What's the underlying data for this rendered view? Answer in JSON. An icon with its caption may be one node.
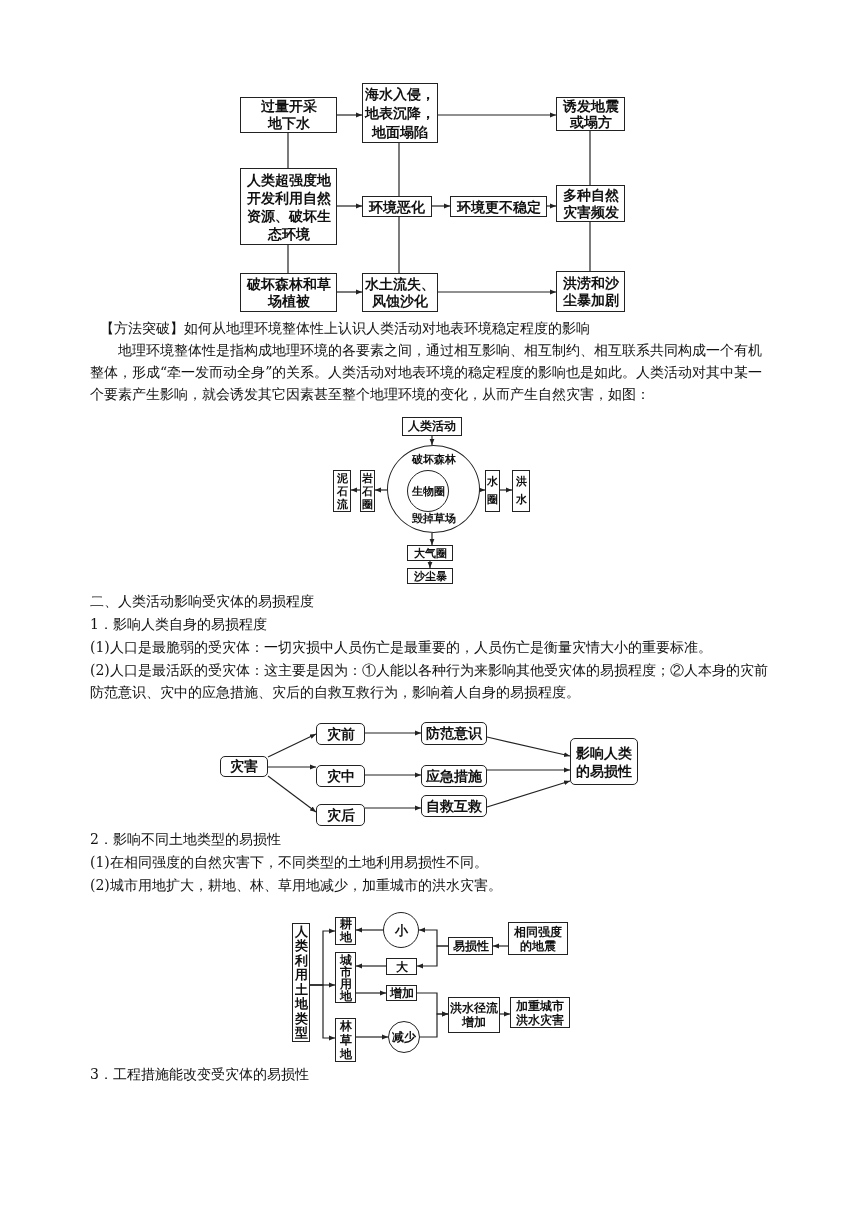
{
  "diagram": {
    "nodes": [
      {
        "text": [
          "过量开采地下水"
        ]
      },
      {
        "text": [
          "海水入侵，地表沉降，地面塌陷"
        ]
      },
      {
        "text": [
          "诱发地震或塌方"
        ]
      },
      {
        "text": [
          "人类超强度地开发利用自然资源、破坏生态环境"
        ]
      },
      {
        "text": [
          "环境恶化"
        ]
      },
      {
        "text": [
          "环境更不稳定"
        ]
      },
      {
        "text": [
          "多种自然灾害频发"
        ]
      },
      {
        "text": [
          "破坏森林和草场植被"
        ]
      },
      {
        "text": [
          "水土流失、风蚀沙化"
        ]
      },
      {
        "text": [
          "洪涝和沙尘暴加剧"
        ]
      },
      {
        "text": [
          "人类活动"
        ]
      },
      {
        "text": [
          "破坏森林",
          "毁掉草场"
        ]
      },
      {
        "text": [
          "生物圈"
        ],
        "in": 11
      },
      {
        "text": [
          "岩石圈"
        ]
      },
      {
        "text": [
          "泥石流"
        ]
      },
      {
        "text": [
          "水圈"
        ]
      },
      {
        "text": [
          "洪水"
        ]
      },
      {
        "text": [
          "大气圈"
        ]
      },
      {
        "text": [
          "沙尘暴"
        ]
      },
      {
        "text": [
          "灾害"
        ]
      },
      {
        "text": [
          "灾前"
        ]
      },
      {
        "text": [
          "灾中"
        ]
      },
      {
        "text": [
          "灾后"
        ]
      },
      {
        "text": [
          "防范意识"
        ]
      },
      {
        "text": [
          "应急措施"
        ]
      },
      {
        "text": [
          "自救互救"
        ]
      },
      {
        "text": [
          "影响人类的易损性"
        ]
      },
      {
        "text": [
          "人类利用土地类型"
        ]
      },
      {
        "text": [
          "耕地"
        ]
      },
      {
        "text": [
          "城市用地"
        ]
      },
      {
        "text": [
          "林草地"
        ]
      },
      {
        "text": [
          "小"
        ]
      },
      {
        "text": [
          "大"
        ]
      },
      {
        "text": [
          "易损性"
        ]
      },
      {
        "text": [
          "相同强度的地震"
        ]
      },
      {
        "text": [
          "增加"
        ]
      },
      {
        "text": [
          "减少"
        ]
      },
      {
        "text": [
          "洪水径流增加"
        ]
      },
      {
        "text": [
          "加重城市洪水灾害"
        ]
      }
    ],
    "edges": [
      {
        "from": 0,
        "to": 1,
        "arrow": "to"
      },
      {
        "from": 1,
        "to": 2,
        "arrow": "to"
      },
      {
        "from": 0,
        "to": 3,
        "arrow": "none"
      },
      {
        "from": 1,
        "to": 4,
        "arrow": "none"
      },
      {
        "from": 2,
        "to": 6,
        "arrow": "none"
      },
      {
        "from": 3,
        "to": 4,
        "arrow": "to"
      },
      {
        "from": 4,
        "to": 5,
        "arrow": "to"
      },
      {
        "from": 5,
        "to": 6,
        "arrow": "to"
      },
      {
        "from": 3,
        "to": 7,
        "arrow": "none"
      },
      {
        "from": 4,
        "to": 8,
        "arrow": "none"
      },
      {
        "from": 6,
        "to": 9,
        "arrow": "none"
      },
      {
        "from": 7,
        "to": 8,
        "arrow": "to"
      },
      {
        "from": 8,
        "to": 9,
        "arrow": "to"
      },
      {
        "from": 10,
        "to": 11,
        "arrow": "to"
      },
      {
        "from": 11,
        "to": 13,
        "arrow": "to"
      },
      {
        "from": 13,
        "to": 14,
        "arrow": "to"
      },
      {
        "from": 11,
        "to": 15,
        "arrow": "to"
      },
      {
        "from": 15,
        "to": 16,
        "arrow": "to"
      },
      {
        "from": 11,
        "to": 17,
        "arrow": "to"
      },
      {
        "from": 17,
        "to": 18,
        "arrow": "to"
      },
      {
        "from": 19,
        "to": 20,
        "arrow": "to"
      },
      {
        "from": 19,
        "to": 21,
        "arrow": "to"
      },
      {
        "from": 19,
        "to": 22,
        "arrow": "to"
      },
      {
        "from": 20,
        "to": 23,
        "arrow": "to"
      },
      {
        "from": 21,
        "to": 24,
        "arrow": "to"
      },
      {
        "from": 22,
        "to": 25,
        "arrow": "to"
      },
      {
        "from": 23,
        "to": 26,
        "arrow": "to"
      },
      {
        "from": 24,
        "to": 26,
        "arrow": "to"
      },
      {
        "from": 25,
        "to": 26,
        "arrow": "to"
      },
      {
        "from": 27,
        "to": 28,
        "arrow": "to"
      },
      {
        "from": 27,
        "to": 29,
        "arrow": "to"
      },
      {
        "from": 27,
        "to": 30,
        "arrow": "to"
      },
      {
        "from": 34,
        "to": 33,
        "arrow": "to"
      },
      {
        "from": 33,
        "to": 31,
        "arrow": "to"
      },
      {
        "from": 33,
        "to": 32,
        "arrow": "to"
      },
      {
        "from": 31,
        "to": 28,
        "arrow": "to"
      },
      {
        "from": 32,
        "to": 29,
        "arrow": "to"
      },
      {
        "from": 29,
        "to": 35,
        "arrow": "to"
      },
      {
        "from": 30,
        "to": 36,
        "arrow": "to"
      },
      {
        "from": 35,
        "to": 37,
        "arrow": "to"
      },
      {
        "from": 36,
        "to": 37,
        "arrow": "to"
      },
      {
        "from": 37,
        "to": 38,
        "arrow": "to"
      }
    ],
    "labels": [
      "【方法突破】如何从地理环境整体性上认识人类活动对地表环境稳定程度的影响",
      "地理环境整体性是指构成地理环境的各要素之间，通过相互影响、相互制约、相互联系共同构成一个有机整体，形成“牵一发而动全身”的关系。人类活动对地表环境的稳定程度的影响也是如此。人类活动对其中某一个要素产生影响，就会诱发其它因素甚至整个地理环境的变化，从而产生自然灾害，如图：",
      "二、人类活动影响受灾体的易损程度",
      "1．影响人类自身的易损程度",
      "(1)人口是最脆弱的受灾体：一切灾损中人员伤亡是最重要的，人员伤亡是衡量灾情大小的重要标准。",
      "(2)人口是最活跃的受灾体：这主要是因为：①人能以各种行为来影响其他受灾体的易损程度；②人本身的灾前防范意识、灾中的应急措施、灾后的自救互救行为，影响着人自身的易损程度。",
      "2．影响不同土地类型的易损性",
      "(1)在相同强度的自然灾害下，不同类型的土地利用易损性不同。",
      "(2)城市用地扩大，耕地、林、草用地减少，加重城市的洪水灾害。",
      "3．工程措施能改变受灾体的易损性"
    ]
  }
}
